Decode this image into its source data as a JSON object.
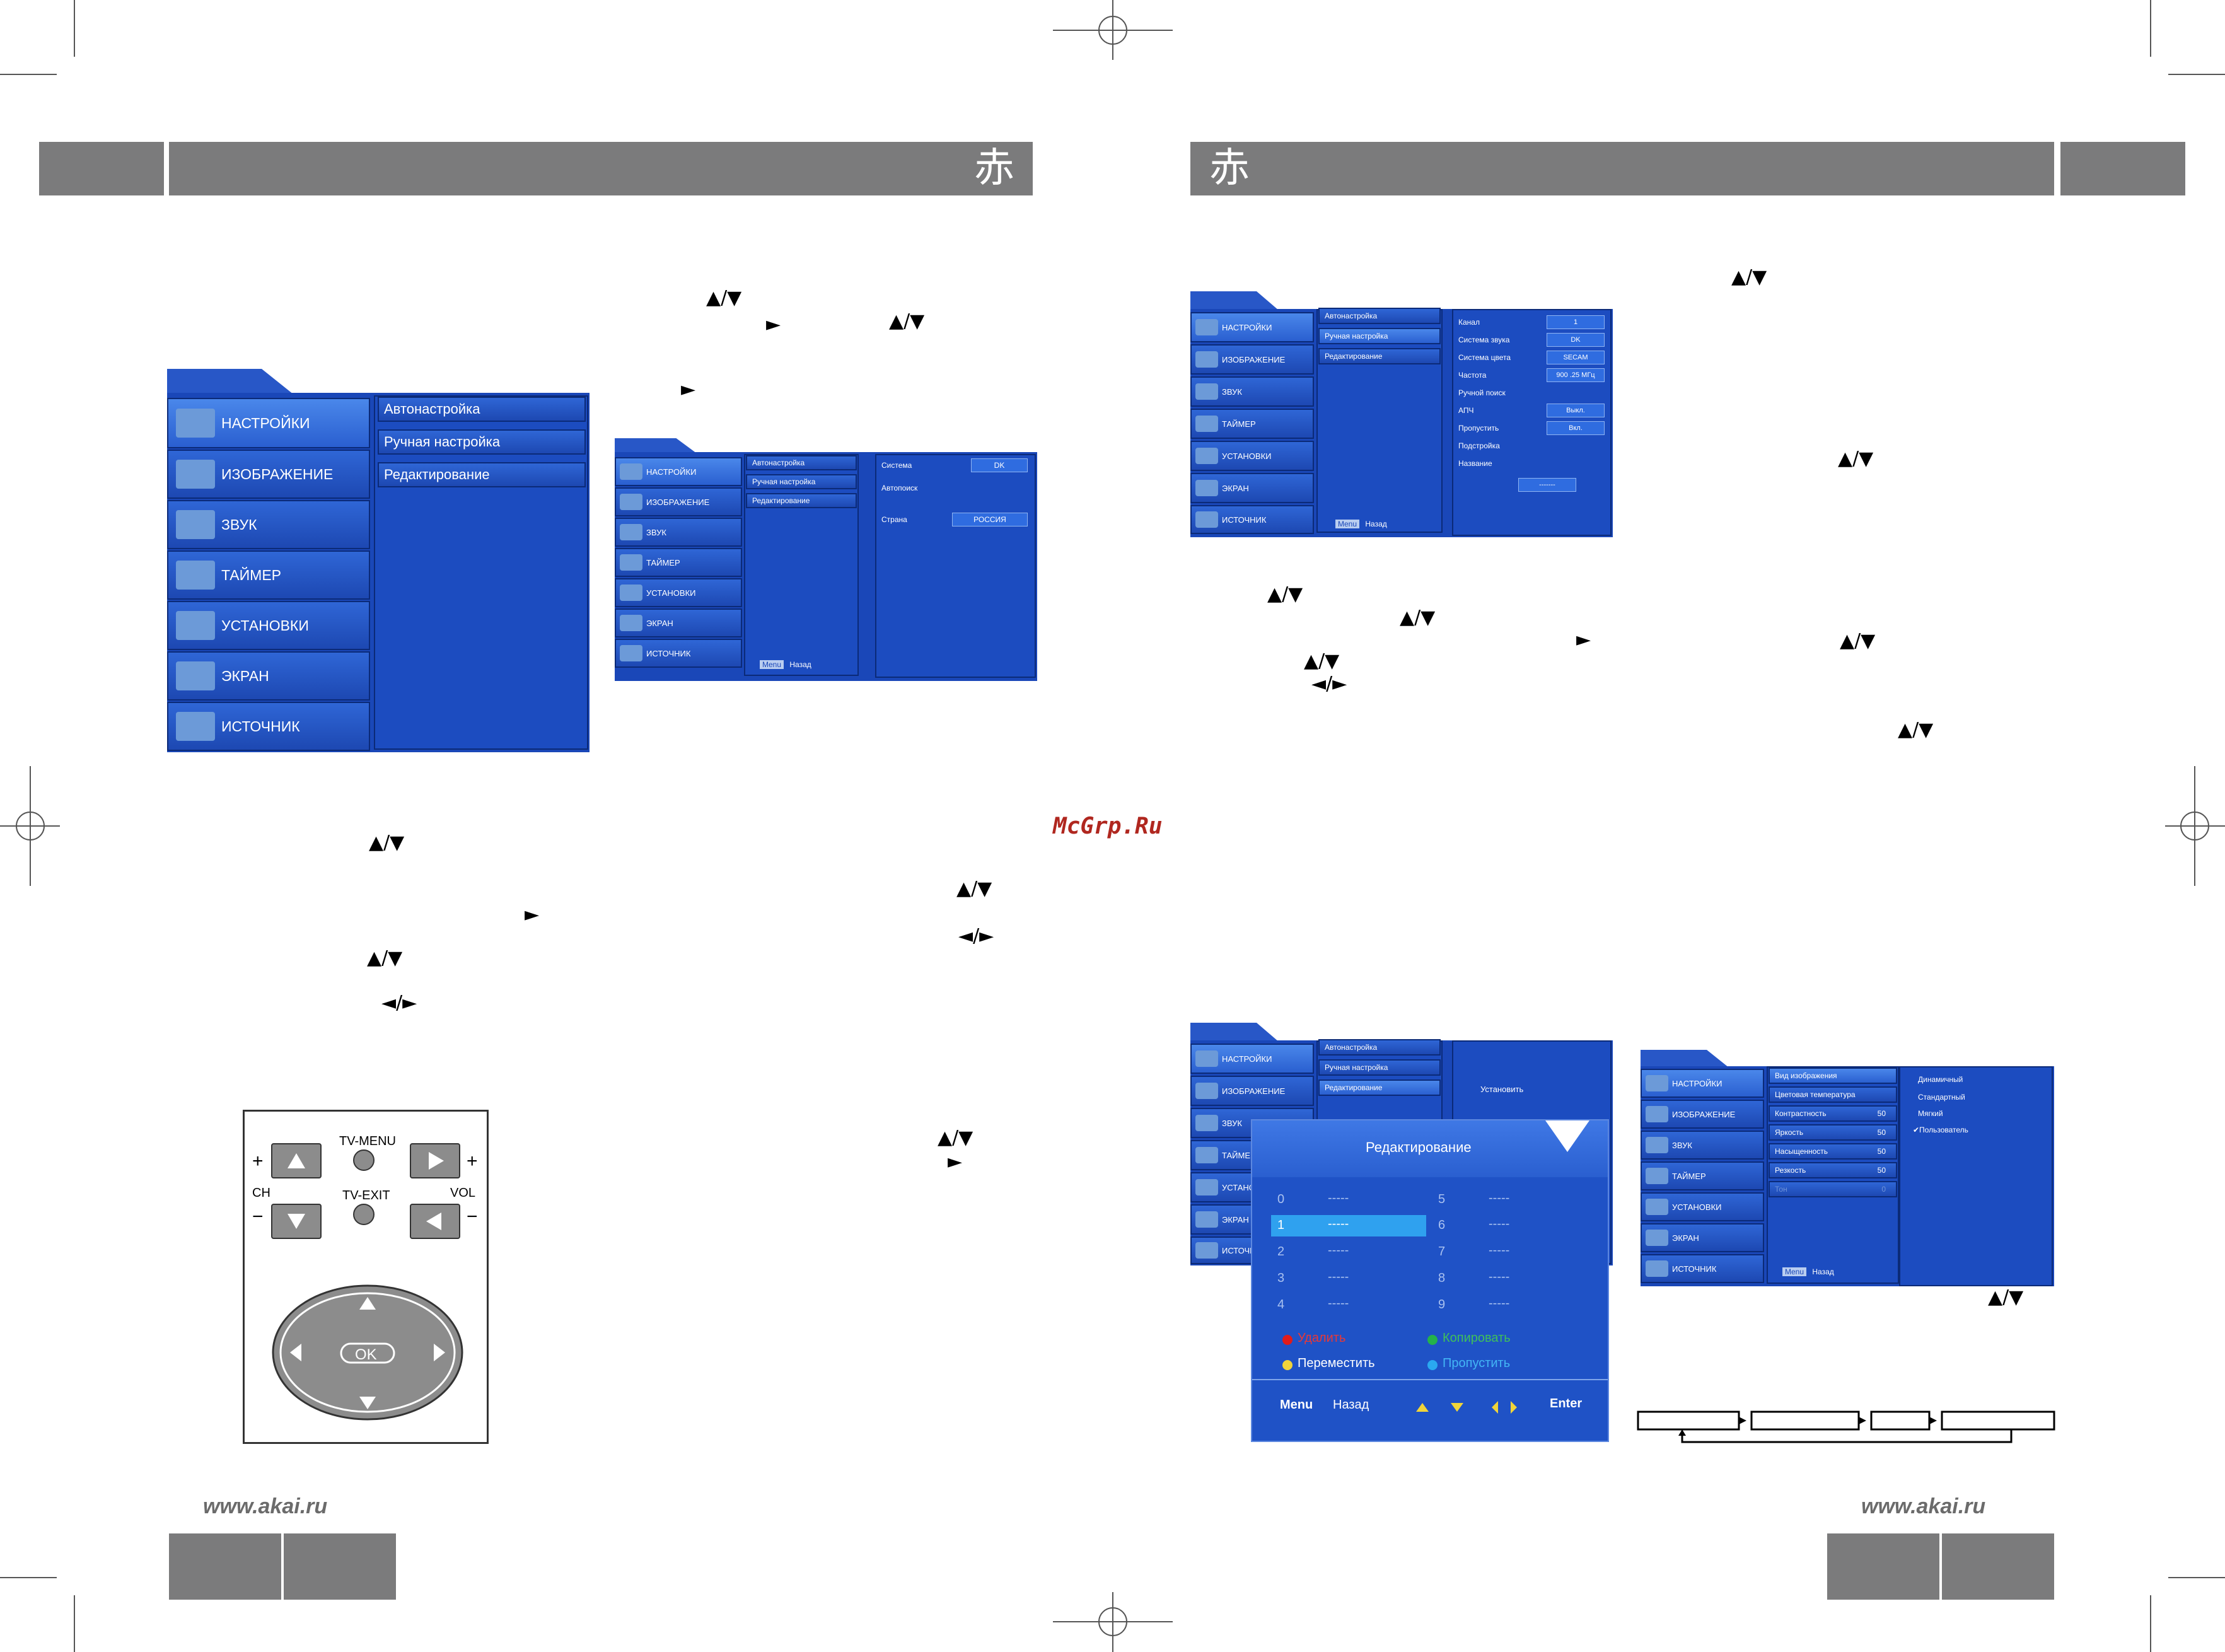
{
  "header_glyph": "赤",
  "watermark": "McGrp.Ru",
  "footer_url": "www.akai.ru",
  "arrows": {
    "updown": "▲/▼",
    "right": "►",
    "leftright": "◄/►"
  },
  "main_menu": [
    "НАСТРОЙКИ",
    "ИЗОБРАЖЕНИЕ",
    "ЗВУК",
    "ТАЙМЕР",
    "УСТАНОВКИ",
    "ЭКРАН",
    "ИСТОЧНИК"
  ],
  "setup_submenu": [
    "Автонастройка",
    "Ручная настройка",
    "Редактирование"
  ],
  "autotune_panel": {
    "system_label": "Система",
    "system_value": "DK",
    "autosearch_label": "Автопоиск",
    "country_label": "Страна",
    "country_value": "РОССИЯ"
  },
  "footer_hint": {
    "menu": "Menu",
    "back": "Назад"
  },
  "manual_panel": {
    "rows": [
      {
        "label": "Канал",
        "value": "1"
      },
      {
        "label": "Система звука",
        "value": "DK"
      },
      {
        "label": "Система цвета",
        "value": "SECAM"
      },
      {
        "label": "Частота",
        "value": "900 .25 МГц"
      },
      {
        "label": "Ручной поиск",
        "value": ""
      },
      {
        "label": "АПЧ",
        "value": "Выкл."
      },
      {
        "label": "Пропустить",
        "value": "Вкл."
      },
      {
        "label": "Подстройка",
        "value": ""
      },
      {
        "label": "Название",
        "value": "-------"
      }
    ]
  },
  "edit_menu": {
    "install": "Установить",
    "title": "Редактирование",
    "left_numbers": [
      "0",
      "1",
      "2",
      "3",
      "4"
    ],
    "right_numbers": [
      "5",
      "6",
      "7",
      "8",
      "9"
    ],
    "blank": "-----",
    "delete": "Удалить",
    "copy": "Копировать",
    "move": "Переместить",
    "skip": "Пропустить",
    "menu": "Menu",
    "back": "Назад",
    "enter": "Enter"
  },
  "picture_menu": {
    "items": [
      {
        "label": "Вид изображения",
        "value": ""
      },
      {
        "label": "Цветовая температура",
        "value": ""
      },
      {
        "label": "Контрастность",
        "value": "50"
      },
      {
        "label": "Яркость",
        "value": "50"
      },
      {
        "label": "Насыщенность",
        "value": "50"
      },
      {
        "label": "Резкость",
        "value": "50"
      },
      {
        "label": "Тон",
        "value": "0"
      }
    ],
    "modes": [
      "Динамичный",
      "Стандартный",
      "Мягкий",
      "✔Пользователь"
    ]
  },
  "remote": {
    "tv_menu": "TV-MENU",
    "tv_exit": "TV-EXIT",
    "ch": "CH",
    "vol": "VOL",
    "plus": "+",
    "minus": "−",
    "ok": "OK"
  },
  "colors": {
    "header_bar": "#7b7b7c",
    "osd_blue": "#1a47b8",
    "watermark": "#b0271f"
  }
}
